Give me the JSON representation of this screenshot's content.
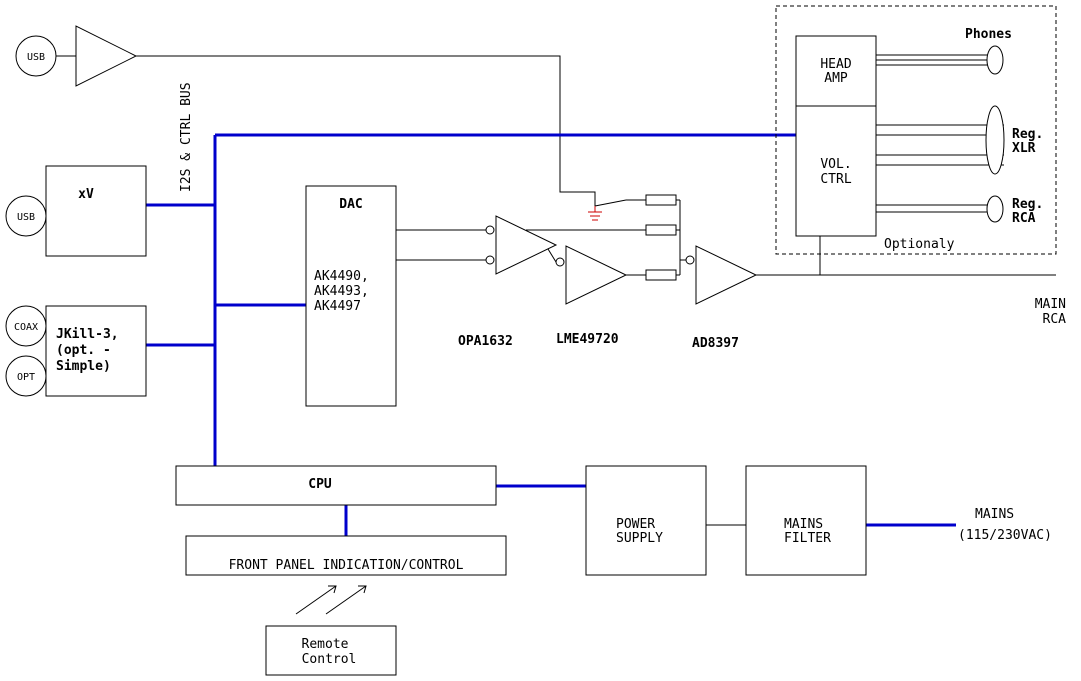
{
  "connectors": {
    "usb_top": "USB",
    "usb_mid": "USB",
    "coax": "COAX",
    "opt": "OPT"
  },
  "bus_label": "I2S & CTRL BUS",
  "xv": {
    "label": "xV"
  },
  "jkill": {
    "line1": "JKill-3,",
    "line2": "(opt. -",
    "line3": "Simple)"
  },
  "dac": {
    "title": "DAC",
    "chip1": "AK4490,",
    "chip2": "AK4493,",
    "chip3": "AK4497"
  },
  "amps": {
    "opa": "OPA1632",
    "lme": "LME49720",
    "ad": "AD8397"
  },
  "optional": {
    "head_amp_1": "HEAD",
    "head_amp_2": "AMP",
    "vol_ctrl_1": "VOL.",
    "vol_ctrl_2": "CTRL",
    "label": "Optionaly",
    "phones": "Phones",
    "xlr_1": "Reg.",
    "xlr_2": "XLR",
    "rca_1": "Reg.",
    "rca_2": "RCA"
  },
  "main_out": {
    "line1": "MAIN",
    "line2": "RCA"
  },
  "cpu": "CPU",
  "front_panel": "FRONT PANEL INDICATION/CONTROL",
  "remote": {
    "line1": "Remote",
    "line2": "Control"
  },
  "power_supply": {
    "line1": "POWER",
    "line2": "SUPPLY"
  },
  "mains_filter": {
    "line1": "MAINS",
    "line2": "FILTER"
  },
  "mains": {
    "line1": "MAINS",
    "line2": "(115/230VAC)"
  },
  "colors": {
    "bus": "#0000cc",
    "line": "#000000",
    "ground": "#cc0000"
  }
}
